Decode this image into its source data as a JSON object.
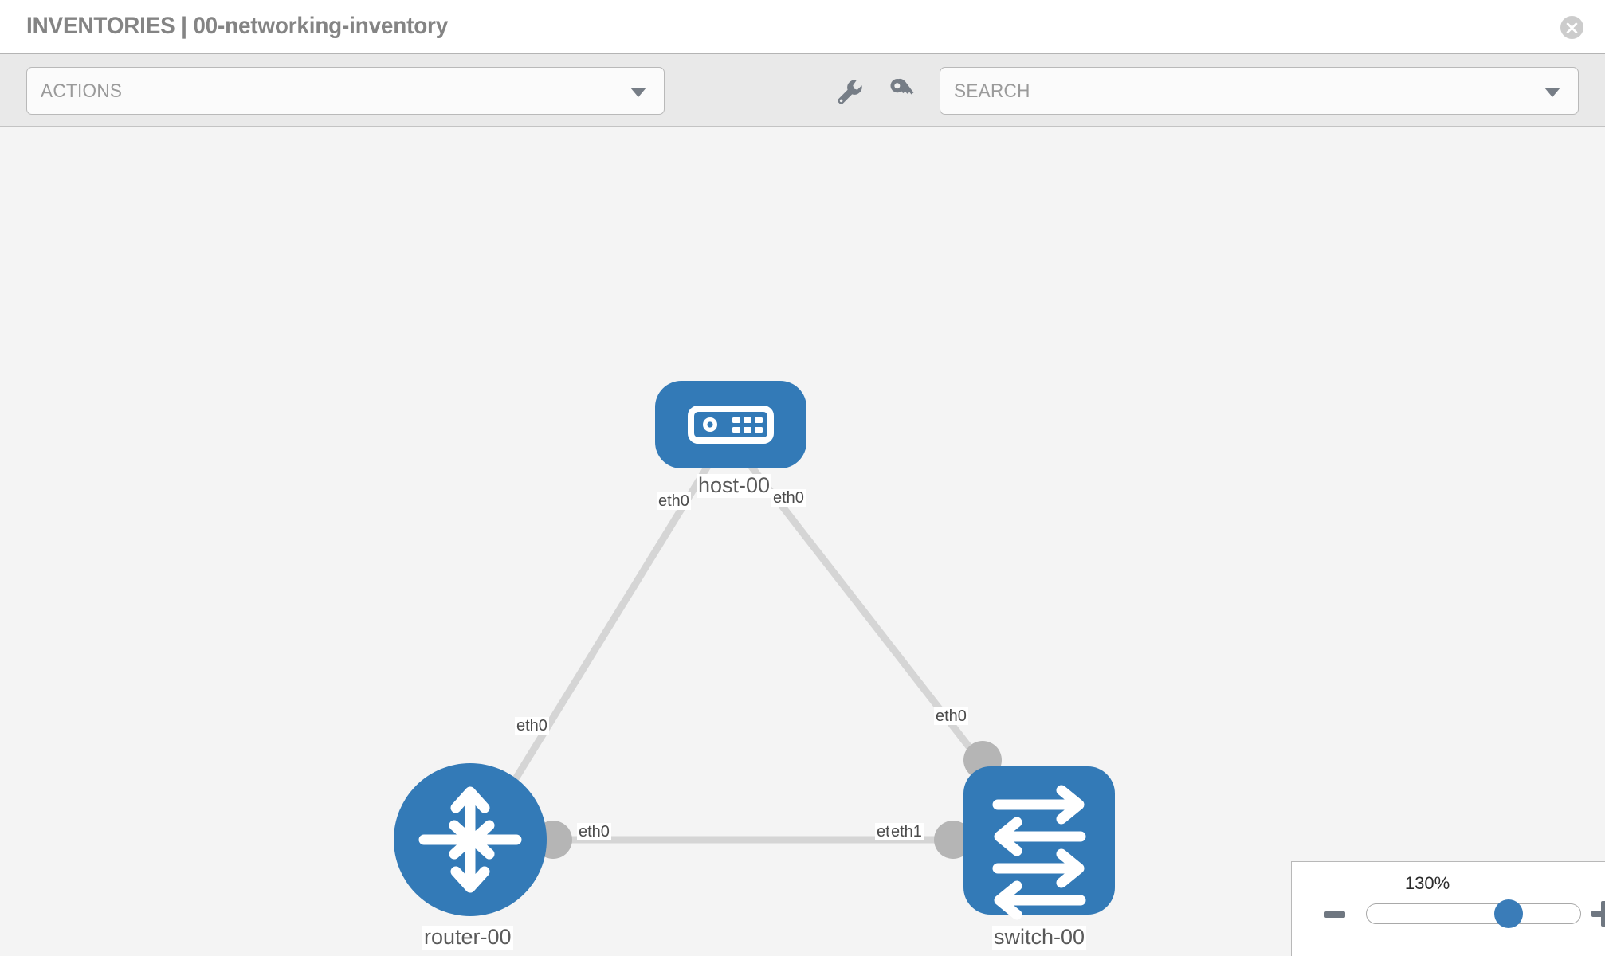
{
  "header": {
    "title": "INVENTORIES | 00-networking-inventory",
    "close_icon": "close-circle-icon",
    "close_title": "Close"
  },
  "toolbar": {
    "actions_label": "ACTIONS",
    "actions_caret_icon": "chevron-down-icon",
    "wrench_icon": "wrench-icon",
    "wrench_title": "Settings",
    "key_icon": "key-icon",
    "key_title": "Credentials",
    "search_placeholder": "SEARCH",
    "search_value": "",
    "search_caret_icon": "chevron-down-icon"
  },
  "topology": {
    "accent_color": "#337ab7",
    "edge_color": "#d3d3d3",
    "port_color": "#b4b4b4",
    "canvas_color": "#f4f4f4",
    "nodes": [
      {
        "id": "host-00",
        "label": "host-00",
        "type": "host",
        "icon": "server-icon",
        "shape": "rounded-rect"
      },
      {
        "id": "router-00",
        "label": "router-00",
        "type": "router",
        "icon": "router-icon",
        "shape": "circle"
      },
      {
        "id": "switch-00",
        "label": "switch-00",
        "type": "switch",
        "icon": "switch-icon",
        "shape": "rounded-square"
      }
    ],
    "edges": [
      {
        "from": "router-00",
        "to": "host-00",
        "from_label": "eth0",
        "to_label": "eth0"
      },
      {
        "from": "host-00",
        "to": "switch-00",
        "from_label": "eth0",
        "to_label": "eth0"
      },
      {
        "from": "router-00",
        "to": "switch-00",
        "from_label": "eth0",
        "to_label": "eth1"
      }
    ],
    "interface_labels": {
      "host_left": "eth0",
      "host_right": "eth0",
      "router_upper": "eth0",
      "switch_upper": "eth0",
      "router_right": "eth0",
      "switch_left_hidden": "eth",
      "switch_left": "eth1"
    }
  },
  "zoom_control": {
    "level": "130%",
    "minus_label": "−",
    "plus_label": "+",
    "slider_value": 63
  }
}
